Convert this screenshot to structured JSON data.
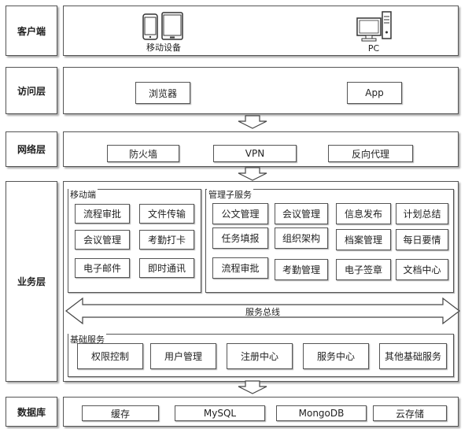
{
  "layers": {
    "client": "客户端",
    "access": "访问层",
    "network": "网络层",
    "business": "业务层",
    "database": "数据库"
  },
  "client": {
    "mobile_label": "移动设备",
    "pc_label": "PC"
  },
  "access": {
    "browser": "浏览器",
    "app": "App"
  },
  "network": {
    "firewall": "防火墙",
    "vpn": "VPN",
    "proxy": "反向代理"
  },
  "business": {
    "mobile_title": "移动端",
    "mobile_items": [
      "流程审批",
      "文件传输",
      "会议管理",
      "考勤打卡",
      "电子邮件",
      "即时通讯"
    ],
    "mgmt_title": "管理子服务",
    "mgmt_items": [
      "公文管理",
      "会议管理",
      "信息发布",
      "计划总结",
      "任务填报",
      "组织架构",
      "档案管理",
      "每日要情",
      "流程审批",
      "考勤管理",
      "电子签章",
      "文档中心"
    ],
    "bus_label": "服务总线",
    "base_title": "基础服务",
    "base_items": [
      "权限控制",
      "用户管理",
      "注册中心",
      "服务中心",
      "其他基础服务"
    ]
  },
  "database": {
    "items": [
      "缓存",
      "MySQL",
      "MongoDB",
      "云存储"
    ]
  }
}
